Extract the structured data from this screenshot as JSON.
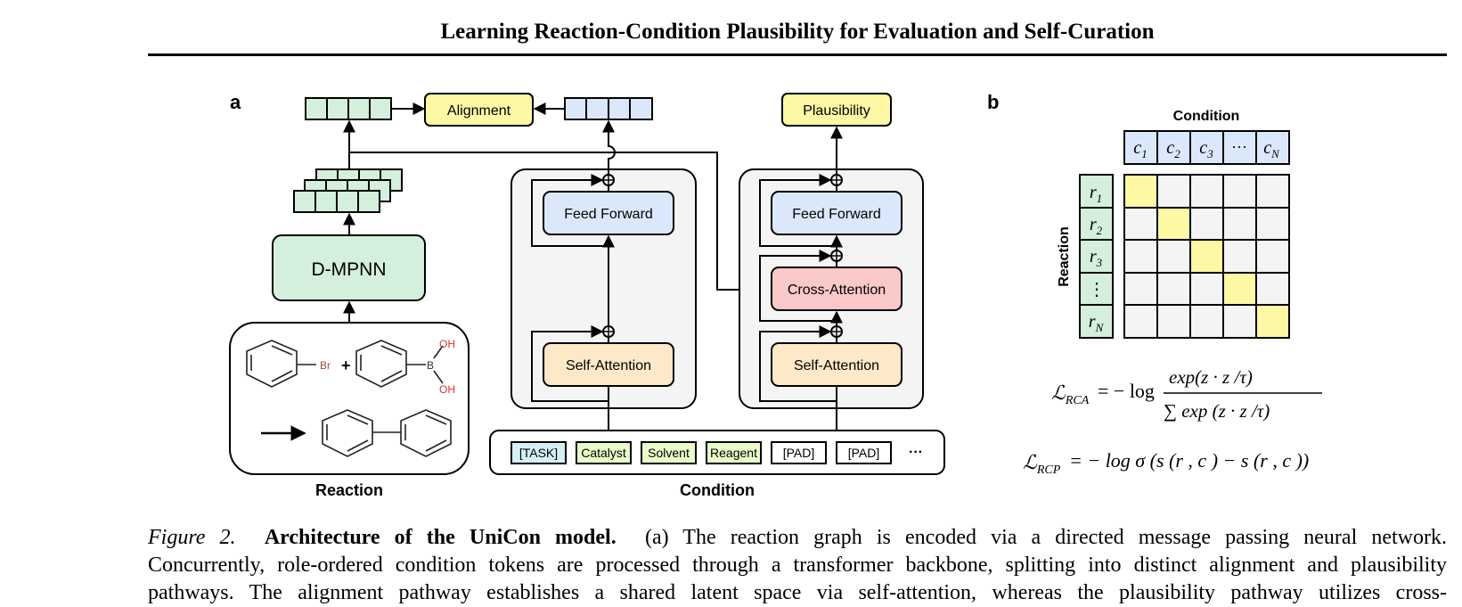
{
  "running_head": "Learning Reaction-Condition Plausibility for Evaluation and Self-Curation",
  "panel_a": {
    "label": "a",
    "blocks": {
      "alignment": "Alignment",
      "plausibility": "Plausibility",
      "dmpnn": "D-MPNN",
      "feed_forward_left": "Feed Forward",
      "self_attention_left": "Self-Attention",
      "feed_forward_right": "Feed Forward",
      "cross_attention": "Cross-Attention",
      "self_attention_right": "Self-Attention"
    },
    "molecule": {
      "bromine": "Br",
      "plus": "+",
      "boron": "B",
      "oh_top": "OH",
      "oh_bottom": "OH"
    },
    "tokens": [
      "[TASK]",
      "Catalyst",
      "Solvent",
      "Reagent",
      "[PAD]",
      "[PAD]",
      "···"
    ],
    "labels": {
      "reaction": "Reaction",
      "condition": "Condition"
    },
    "colors": {
      "green": "#d4efdb",
      "blue": "#dbe8fb",
      "yellow": "#fcf8a4",
      "peach": "#fde8c8",
      "pink": "#f9c8c8",
      "cyan": "#d4f0f7",
      "lime": "#e8fbc8",
      "panel": "#f4f4f4",
      "bromine": "#a0522d",
      "oxygen": "#e03030"
    }
  },
  "panel_b": {
    "label": "b",
    "column_title": "Condition",
    "row_title": "Reaction",
    "columns": [
      {
        "base": "c",
        "sub": "1"
      },
      {
        "base": "c",
        "sub": "2"
      },
      {
        "base": "c",
        "sub": "3"
      },
      {
        "base": "···",
        "sub": ""
      },
      {
        "base": "c",
        "sub": "N"
      }
    ],
    "rows": [
      {
        "base": "r",
        "sub": "1"
      },
      {
        "base": "r",
        "sub": "2"
      },
      {
        "base": "r",
        "sub": "3"
      },
      {
        "base": "⋮",
        "sub": ""
      },
      {
        "base": "r",
        "sub": "N"
      }
    ],
    "highlighted_diagonal": true
  },
  "equations": {
    "rca_lhs": "ℒ",
    "rca_lhs_sub": "RCA",
    "rca_eq": "= − log",
    "rca_num": "exp(z · z /τ)",
    "rca_den": "∑ exp (z · z /τ)",
    "rcp_lhs": "ℒ",
    "rcp_lhs_sub": "RCP",
    "rcp_rhs": "= − log σ (s (r , c ) − s (r , c ))"
  },
  "caption": {
    "figure_label": "Figure 2.",
    "title": "Architecture of the UniCon model.",
    "line1": "(a) The reaction graph is encoded via a directed message passing neural network.",
    "line2": "Concurrently, role-ordered condition tokens are processed through a transformer backbone, splitting into distinct alignment and plausibility",
    "line3": "pathways. The alignment pathway establishes a shared latent space via self-attention, whereas the plausibility pathway utilizes cross-"
  }
}
